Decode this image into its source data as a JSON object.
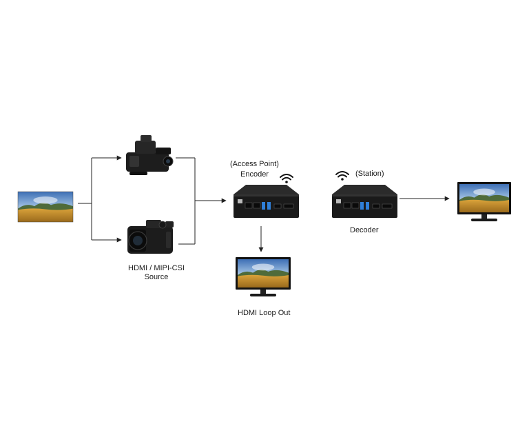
{
  "labels": {
    "source_line1": "HDMI / MIPI-CSI",
    "source_line2": "Source",
    "encoder_mode": "(Access Point)",
    "encoder": "Encoder",
    "decoder_mode": "(Station)",
    "decoder": "Decoder",
    "loop_out": "HDMI Loop Out"
  },
  "icons": {
    "input_image": "landscape-image-icon",
    "camcorder": "camcorder-icon",
    "dslr": "dslr-camera-icon",
    "encoder_box": "mini-pc-encoder-icon",
    "decoder_box": "mini-pc-decoder-icon",
    "wifi": "wifi-icon",
    "monitor": "monitor-icon"
  },
  "colors": {
    "line": "#222222",
    "device": "#1e1e1e",
    "device_dark": "#0c0c0c",
    "port_blue": "#2f7fd8",
    "sky": "#6a9fd4",
    "field": "#c8952e"
  }
}
